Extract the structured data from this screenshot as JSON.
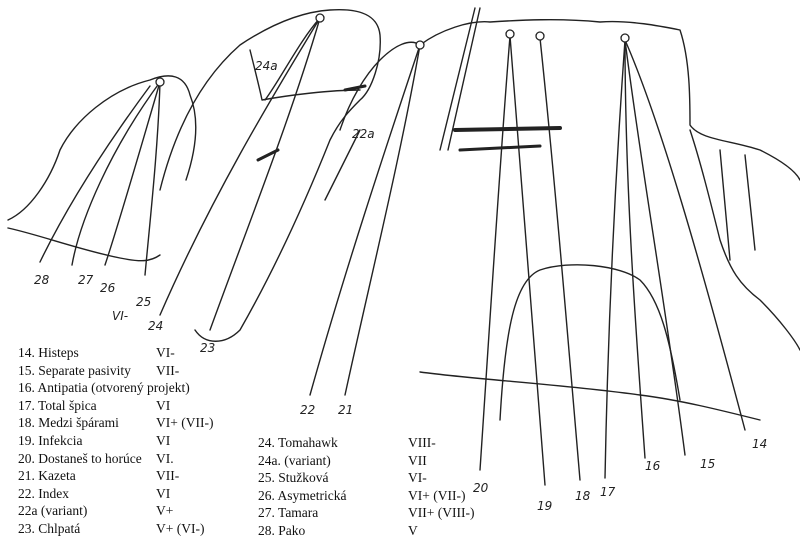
{
  "routes_left": [
    {
      "number": "14.",
      "name": "Histeps",
      "grade": "VI-"
    },
    {
      "number": "15.",
      "name": "Separate pasivity",
      "grade": "VII-"
    },
    {
      "number": "16.",
      "name": "Antipatia (otvorený projekt)",
      "grade": ""
    },
    {
      "number": "17.",
      "name": "Total špica",
      "grade": "VI"
    },
    {
      "number": "18.",
      "name": "Medzi špárami",
      "grade": "VI+ (VII-)"
    },
    {
      "number": "19.",
      "name": "Infekcia",
      "grade": "VI"
    },
    {
      "number": "20.",
      "name": "Dostaneš to horúce",
      "grade": "VI."
    },
    {
      "number": "21.",
      "name": "Kazeta",
      "grade": "VII-"
    },
    {
      "number": "22.",
      "name": "Index",
      "grade": "VI"
    },
    {
      "number": "22a",
      "name": "(variant)",
      "grade": "V+"
    },
    {
      "number": "23.",
      "name": "Chlpatá",
      "grade": "V+ (VI-)"
    }
  ],
  "routes_right": [
    {
      "number": "24.",
      "name": "Tomahawk",
      "grade": "VIII-"
    },
    {
      "number": "24a.",
      "name": "(variant)",
      "grade": "VII"
    },
    {
      "number": "25.",
      "name": "Stužková",
      "grade": "VI-"
    },
    {
      "number": "26.",
      "name": "Asymetrická",
      "grade": "VI+ (VII-)"
    },
    {
      "number": "27.",
      "name": "Tamara",
      "grade": "VII+ (VIII-)"
    },
    {
      "number": "28.",
      "name": "Pako",
      "grade": "V"
    }
  ],
  "topo_labels": {
    "r14": "14",
    "r15": "15",
    "r16": "16",
    "r17": "17",
    "r18": "18",
    "r19": "19",
    "r20": "20",
    "r21": "21",
    "r22": "22",
    "r22a": "22a",
    "r23": "23",
    "r24": "24",
    "r24a": "24a",
    "r25": "25",
    "r25grade": "VI-",
    "r26": "26",
    "r27": "27",
    "r28": "28"
  }
}
